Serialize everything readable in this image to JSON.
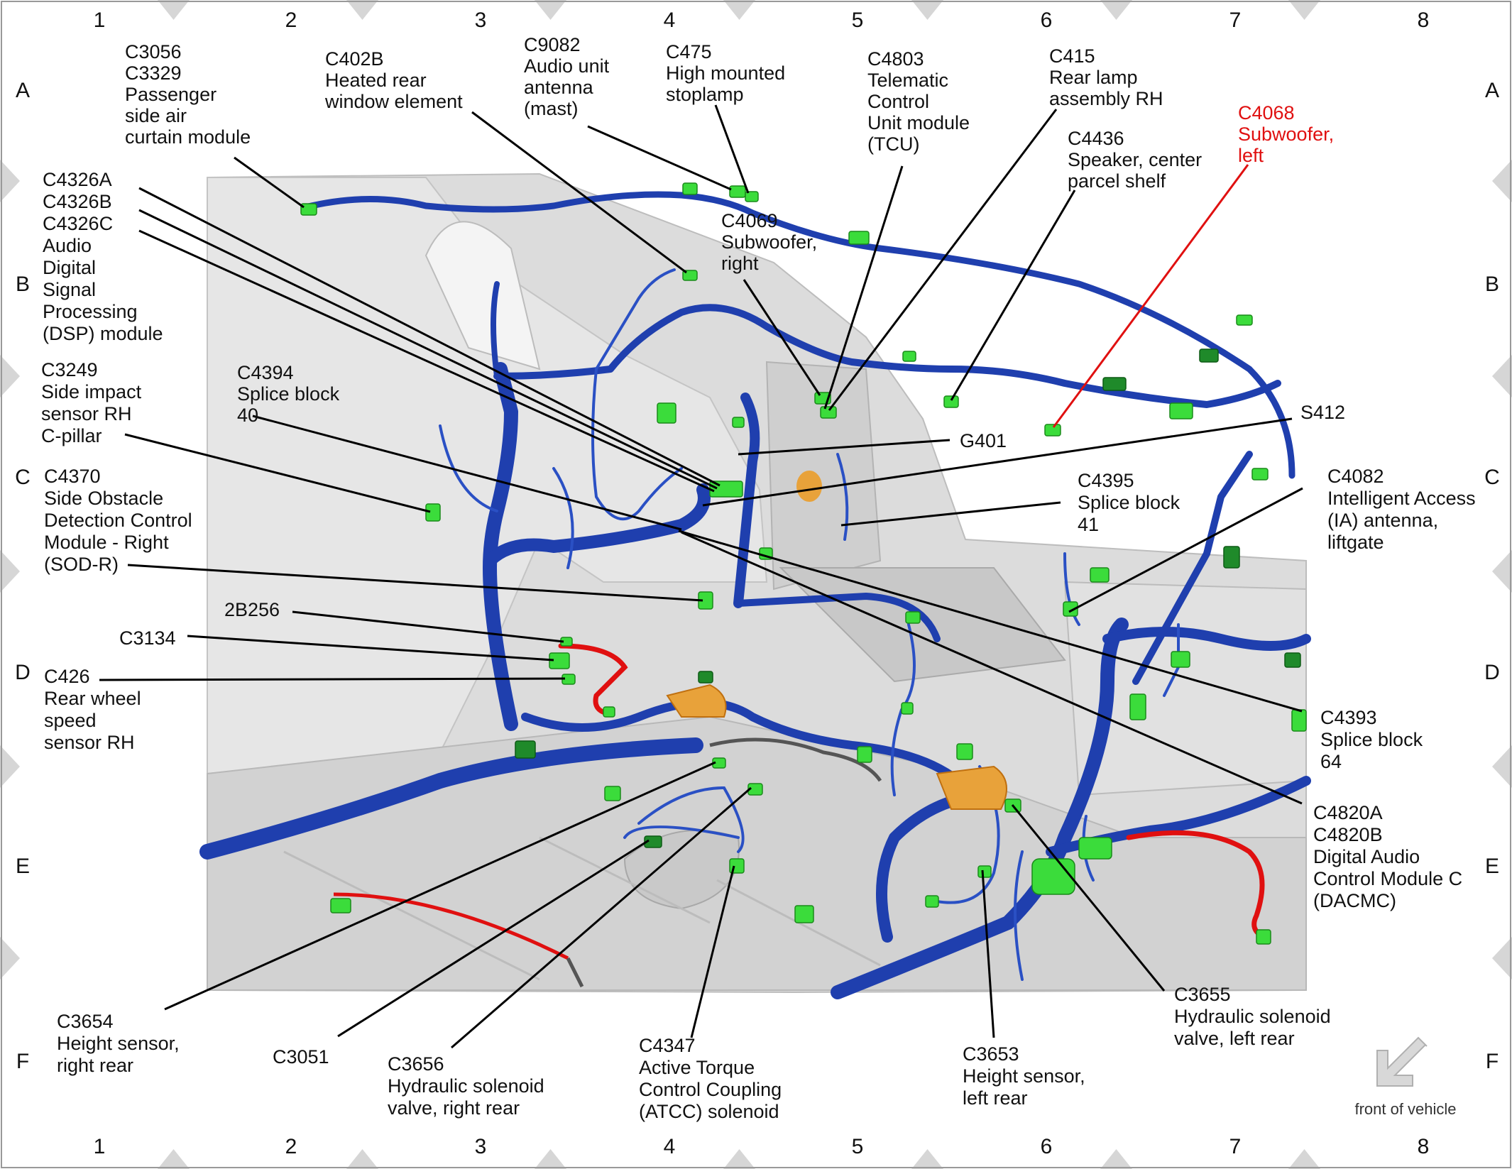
{
  "grid": {
    "columns": [
      "1",
      "2",
      "3",
      "4",
      "5",
      "6",
      "7",
      "8"
    ],
    "rows": [
      "A",
      "B",
      "C",
      "D",
      "E",
      "F"
    ]
  },
  "labels": {
    "c3056": [
      "C3056",
      "C3329",
      "Passenger",
      "side air",
      "curtain module"
    ],
    "c402b": [
      "C402B",
      "Heated rear",
      "window element"
    ],
    "c9082": [
      "C9082",
      "Audio unit",
      "antenna",
      "(mast)"
    ],
    "c475": [
      "C475",
      "High mounted",
      "stoplamp"
    ],
    "c4803": [
      "C4803",
      "Telematic",
      "Control",
      "Unit module",
      "(TCU)"
    ],
    "c415": [
      "C415",
      "Rear lamp",
      "assembly RH"
    ],
    "c4068": [
      "C4068",
      "Subwoofer,",
      "left"
    ],
    "c4436": [
      "C4436",
      "Speaker, center",
      "parcel shelf"
    ],
    "c4069": [
      "C4069",
      "Subwoofer,",
      "right"
    ],
    "c4326": [
      "C4326A",
      "C4326B",
      "C4326C",
      "Audio",
      "Digital",
      "Signal",
      "Processing",
      "(DSP) module"
    ],
    "c3249": [
      "C3249",
      "Side impact",
      "sensor RH",
      "C-pillar"
    ],
    "c4394": [
      "C4394",
      "Splice block",
      "40"
    ],
    "g401": [
      "G401"
    ],
    "s412": [
      "S412"
    ],
    "c4370": [
      "C4370",
      "Side Obstacle",
      "Detection Control",
      "Module - Right",
      "(SOD-R)"
    ],
    "c4395": [
      "C4395",
      "Splice block",
      "41"
    ],
    "c4082": [
      "C4082",
      "Intelligent Access",
      "(IA) antenna,",
      "liftgate"
    ],
    "b2b256": [
      "2B256"
    ],
    "c3134": [
      "C3134"
    ],
    "c426": [
      "C426",
      "Rear wheel",
      "speed",
      "sensor RH"
    ],
    "c4393": [
      "C4393",
      "Splice block",
      "64"
    ],
    "c4820": [
      "C4820A",
      "C4820B",
      "Digital Audio",
      "Control Module C",
      "(DACMC)"
    ],
    "c3654": [
      "C3654",
      "Height sensor,",
      "right rear"
    ],
    "c3051": [
      "C3051"
    ],
    "c3656": [
      "C3656",
      "Hydraulic solenoid",
      "valve, right rear"
    ],
    "c4347": [
      "C4347",
      "Active Torque",
      "Control Coupling",
      "(ATCC) solenoid"
    ],
    "c3653": [
      "C3653",
      "Height sensor,",
      "left rear"
    ],
    "c3655": [
      "C3655",
      "Hydraulic solenoid",
      "valve, left rear"
    ]
  },
  "orientation": {
    "label": "front of vehicle",
    "icon": "arrow-down-left-icon"
  },
  "colors": {
    "highlight": "#e01010",
    "wire": "#1f3fae",
    "connector": "#3bdc3b",
    "body": "#d9d9d9"
  }
}
